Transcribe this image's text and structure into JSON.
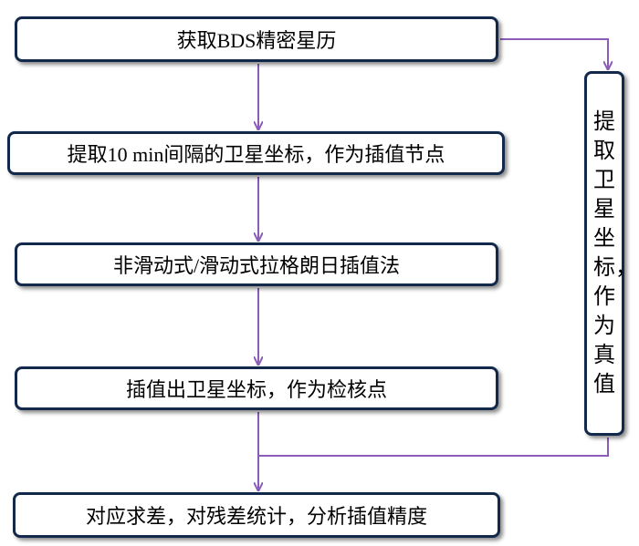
{
  "diagram": {
    "step1": "获取BDS精密星历",
    "step2": "提取10 min间隔的卫星坐标，作为插值节点",
    "step3": "非滑动式/滑动式拉格朗日插值法",
    "step4": "插值出卫星坐标，作为检核点",
    "step5": "对应求差，对残差统计，分析插值精度",
    "side": "提取卫星坐标，作为真值"
  },
  "colors": {
    "arrow": "#8b5cb8",
    "border": "#13294b"
  }
}
